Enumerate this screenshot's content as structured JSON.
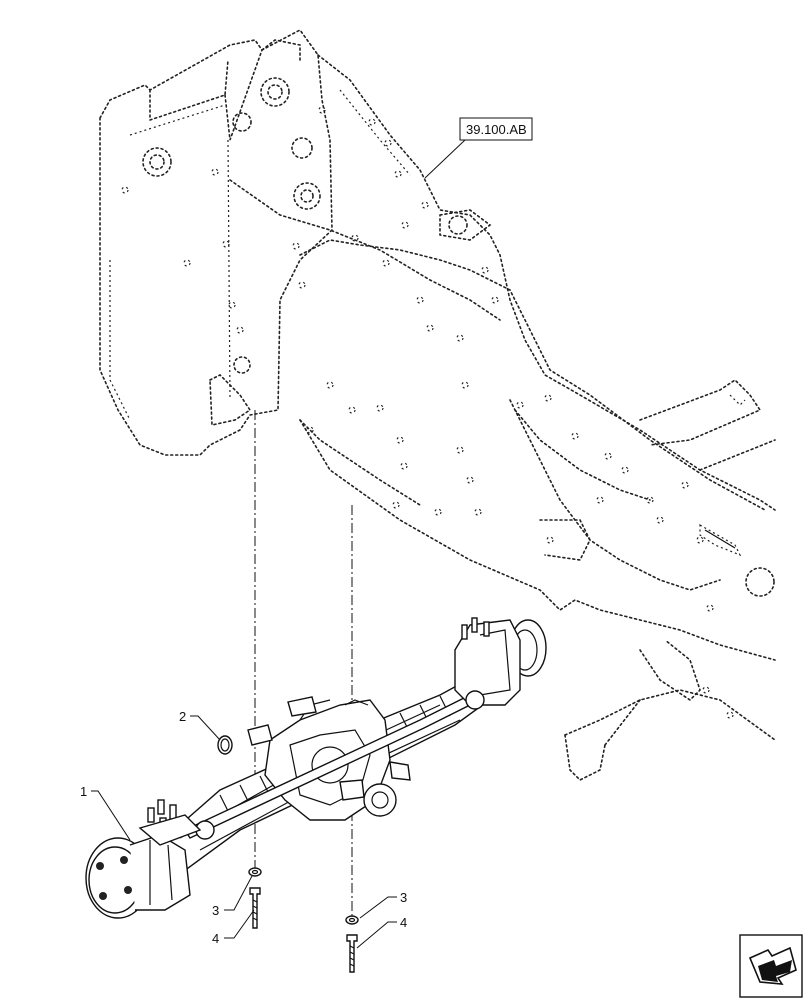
{
  "reference_label": "39.100.AB",
  "callouts": [
    {
      "id": "c1",
      "text": "1"
    },
    {
      "id": "c2",
      "text": "2"
    },
    {
      "id": "c3a",
      "text": "3"
    },
    {
      "id": "c4a",
      "text": "4"
    },
    {
      "id": "c3b",
      "text": "3"
    },
    {
      "id": "c4b",
      "text": "4"
    }
  ],
  "icons": {
    "navigation": "next-page-arrow-icon"
  },
  "colors": {
    "line": "#111111",
    "background": "#ffffff"
  }
}
